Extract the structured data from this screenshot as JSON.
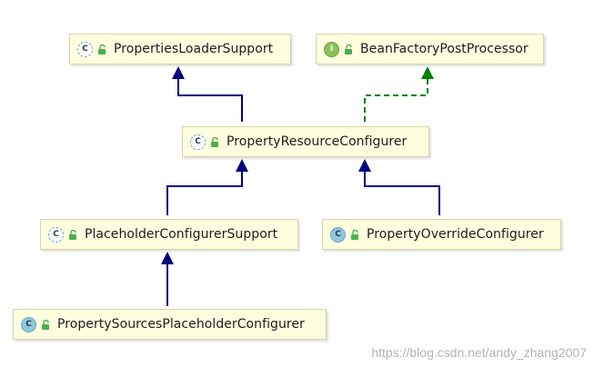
{
  "nodes": {
    "properties_loader_support": {
      "label": "PropertiesLoaderSupport",
      "badge": "C",
      "kind": "abstract-class"
    },
    "bean_factory_post_processor": {
      "label": "BeanFactoryPostProcessor",
      "badge": "I",
      "kind": "interface"
    },
    "property_resource_configurer": {
      "label": "PropertyResourceConfigurer",
      "badge": "C",
      "kind": "abstract-class"
    },
    "placeholder_configurer_support": {
      "label": "PlaceholderConfigurerSupport",
      "badge": "C",
      "kind": "abstract-class"
    },
    "property_override_configurer": {
      "label": "PropertyOverrideConfigurer",
      "badge": "C",
      "kind": "class"
    },
    "property_sources_placeholder_configurer": {
      "label": "PropertySourcesPlaceholderConfigurer",
      "badge": "C",
      "kind": "class"
    }
  },
  "watermark": "https://blog.csdn.net/andy_zhang2007",
  "colors": {
    "extends_arrow": "#000080",
    "implements_arrow": "#008000",
    "node_fill": "#fffedf",
    "lock_green": "#4caf50"
  }
}
